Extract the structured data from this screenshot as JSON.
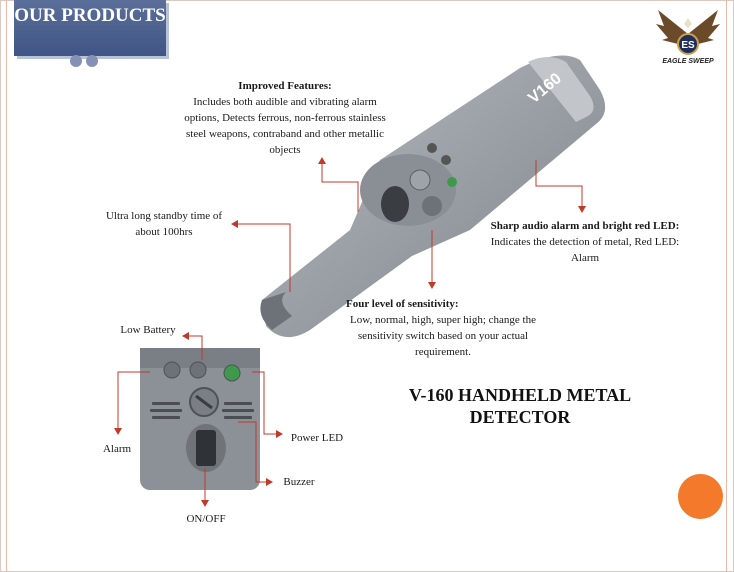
{
  "header": {
    "title": "OUR PRODUCTS"
  },
  "logo": {
    "text": "EAGLE SWEEP",
    "monogram": "ES"
  },
  "device": {
    "model": "V160"
  },
  "features": {
    "improved_title": "Improved Features:",
    "improved_body": "Includes both audible and vibrating alarm options, Detects ferrous, non-ferrous stainless steel weapons, contraband and other metallic objects",
    "standby": "Ultra long standby time of about 100hrs",
    "alarm_title": "Sharp audio alarm and bright red LED:",
    "alarm_body": "Indicates the detection of metal, Red LED: Alarm",
    "sensitivity_title": "Four level of sensitivity:",
    "sensitivity_body": "Low, normal, high, super high; change the sensitivity switch based on your actual requirement."
  },
  "callouts": {
    "low_battery": "Low Battery",
    "alarm": "Alarm",
    "power_led": "Power LED",
    "buzzer": "Buzzer",
    "on_off": "ON/OFF"
  },
  "product_title": "V-160 HANDHELD METAL DETECTOR",
  "colors": {
    "title_bg": "#4a5f8f",
    "arrow": "#c0392b",
    "accent_circle": "#f37a2a",
    "device": "#8e939a"
  }
}
